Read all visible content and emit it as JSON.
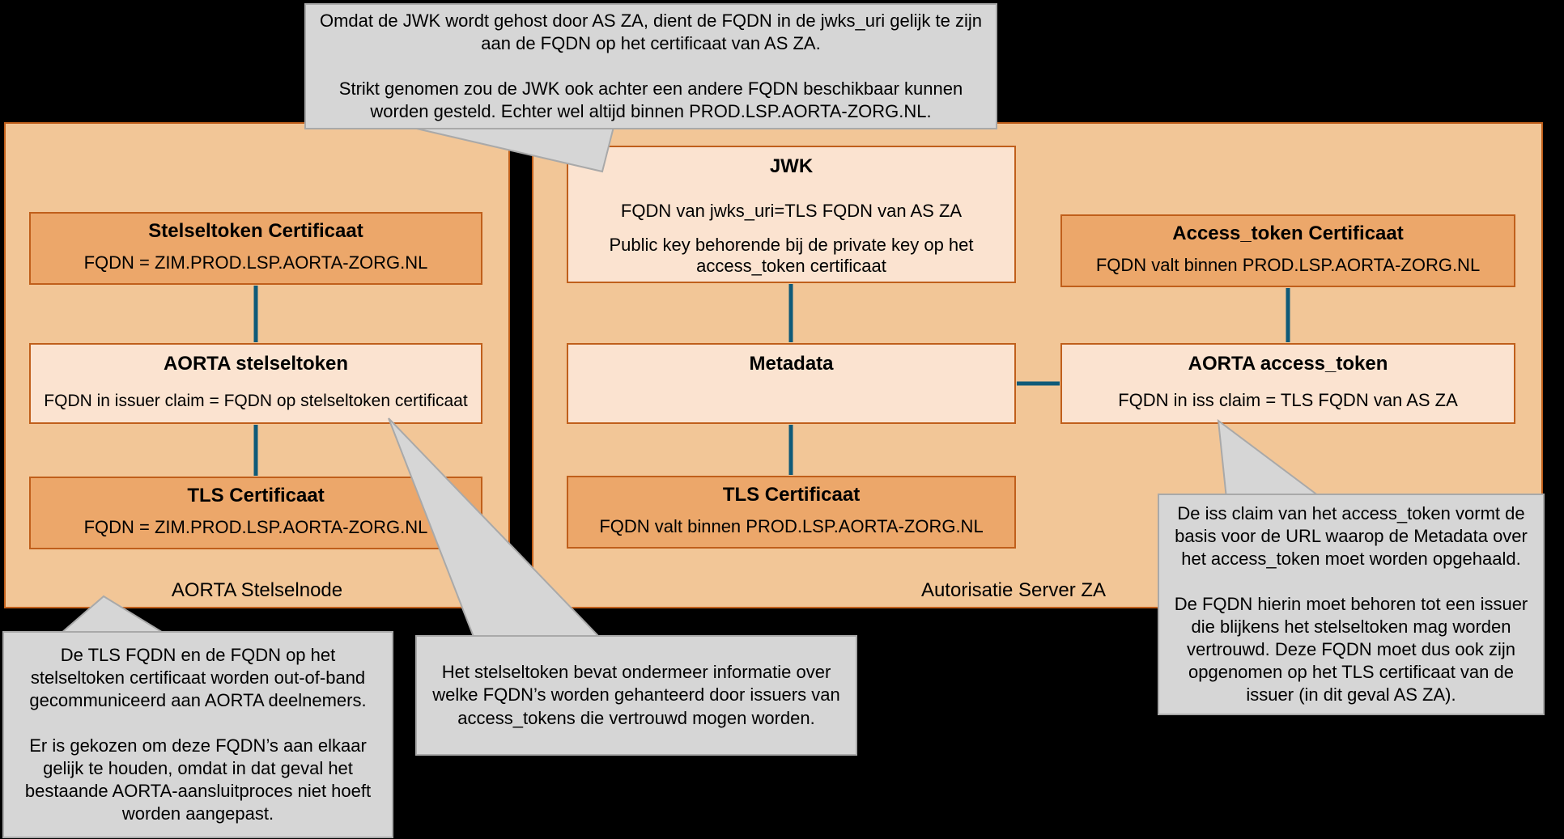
{
  "colors": {
    "background": "#000000",
    "container_fill": "#F2C697",
    "container_border": "#C05F1B",
    "box_dark_fill": "#ECA76A",
    "box_light_fill": "#FBE3D0",
    "box_border": "#C05F1B",
    "connector": "#0F5A78",
    "callout_fill": "#D6D6D6",
    "callout_border": "#A9A9A9",
    "text": "#000000"
  },
  "containers": {
    "stelselnode": {
      "label": "AORTA Stelselnode",
      "boxes": {
        "stelseltoken_certificaat": {
          "title": "Stelseltoken Certificaat",
          "line": "FQDN = ZIM.PROD.LSP.AORTA-ZORG.NL"
        },
        "aorta_stelseltoken": {
          "title": "AORTA stelseltoken",
          "line": "FQDN in issuer claim = FQDN op stelseltoken certificaat"
        },
        "tls_certificaat": {
          "title": "TLS Certificaat",
          "line": "FQDN = ZIM.PROD.LSP.AORTA-ZORG.NL"
        }
      }
    },
    "as_za": {
      "label": "Autorisatie Server ZA",
      "boxes": {
        "jwk": {
          "title": "JWK",
          "line1": "FQDN van jwks_uri=TLS FQDN van AS ZA",
          "line2": "Public key behorende bij de private key op het access_token certificaat"
        },
        "metadata": {
          "title": "Metadata"
        },
        "tls_certificaat": {
          "title": "TLS Certificaat",
          "line": "FQDN valt binnen PROD.LSP.AORTA-ZORG.NL"
        },
        "access_token_certificaat": {
          "title": "Access_token Certificaat",
          "line": "FQDN valt binnen PROD.LSP.AORTA-ZORG.NL"
        },
        "aorta_access_token": {
          "title": "AORTA access_token",
          "line": "FQDN in iss claim = TLS FQDN van AS ZA"
        }
      }
    }
  },
  "callouts": {
    "jwk_note": {
      "p1": "Omdat de JWK wordt gehost door AS ZA, dient de FQDN in de jwks_uri gelijk te zijn aan de FQDN op het certificaat van AS ZA.",
      "p2": "Strikt genomen zou de JWK ook achter een andere FQDN beschikbaar kunnen worden gesteld. Echter wel altijd binnen PROD.LSP.AORTA-ZORG.NL."
    },
    "oob_note": {
      "p1": "De TLS FQDN en de FQDN op het stelseltoken certificaat worden out-of-band gecommuniceerd aan AORTA deelnemers.",
      "p2": "Er is gekozen om deze FQDN’s aan elkaar gelijk te houden, omdat in dat geval het bestaande AORTA-aansluitproces niet hoeft worden aangepast."
    },
    "stelseltoken_note": {
      "p1": "Het stelseltoken bevat ondermeer informatie over welke FQDN’s worden gehanteerd door issuers van access_tokens die vertrouwd mogen worden."
    },
    "iss_note": {
      "p1": "De iss claim van het access_token vormt de basis voor de URL waarop de Metadata over het access_token moet worden opgehaald.",
      "p2": "De FQDN hierin moet behoren tot een issuer die blijkens het stelseltoken mag worden vertrouwd. Deze FQDN moet dus ook zijn opgenomen op het TLS certificaat van de issuer (in dit geval AS ZA)."
    }
  }
}
